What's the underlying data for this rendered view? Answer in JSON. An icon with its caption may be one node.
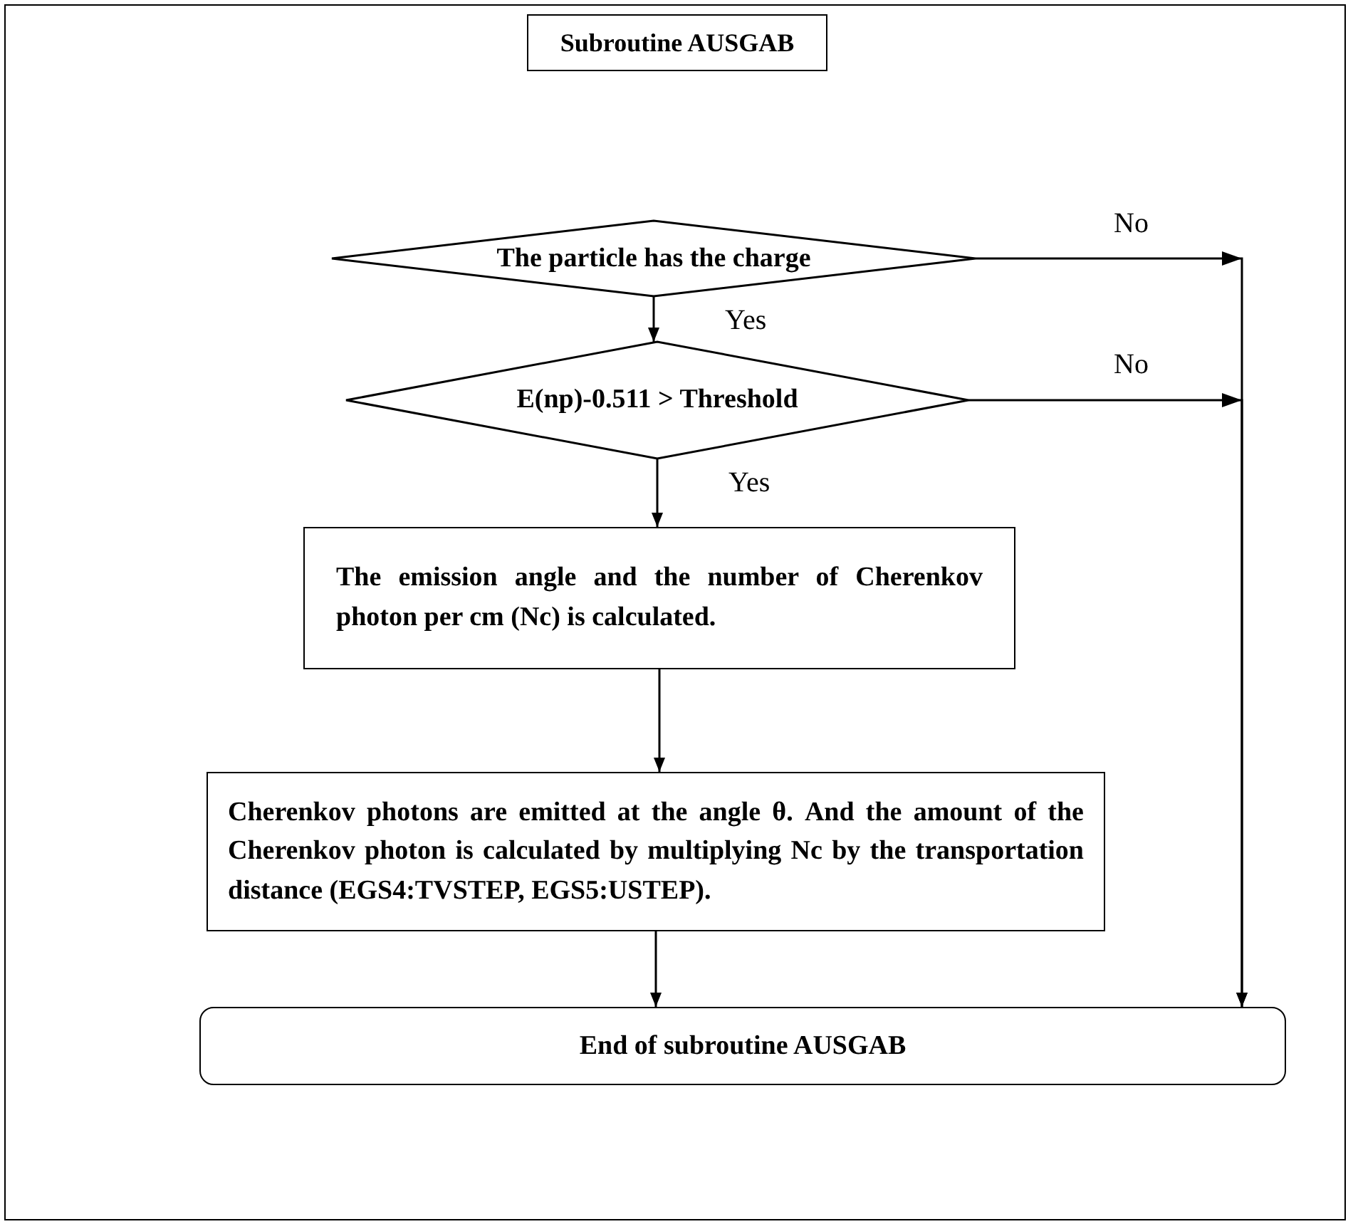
{
  "diagram": {
    "nodes": [
      {
        "text": [
          "Subroutine AUSGAB"
        ]
      },
      {
        "text": [
          "The particle has the charge"
        ]
      },
      {
        "text": [
          "E(np)-0.511 > Threshold"
        ]
      },
      {
        "text": [
          "The emission angle and the number of Cherenkov photon per cm (Nc) is calculated."
        ]
      },
      {
        "text": [
          "Cherenkov photons are emitted at the angle θ. And the amount of the Cherenkov photon is calculated by multiplying Nc by the transportation distance (EGS4:TVSTEP, EGS5:USTEP)."
        ]
      },
      {
        "text": [
          "End of subroutine AUSGAB"
        ]
      }
    ],
    "edges": [
      {
        "from": 1,
        "to": 2,
        "arrow": "to",
        "label": "Yes"
      },
      {
        "from": 2,
        "to": 3,
        "arrow": "to",
        "label": "Yes"
      },
      {
        "from": 3,
        "to": 4,
        "arrow": "to"
      },
      {
        "from": 4,
        "to": 5,
        "arrow": "to"
      },
      {
        "from": 1,
        "to": 5,
        "arrow": "to",
        "label": "No"
      },
      {
        "from": 2,
        "to": 5,
        "arrow": "to",
        "label": "No"
      }
    ]
  }
}
